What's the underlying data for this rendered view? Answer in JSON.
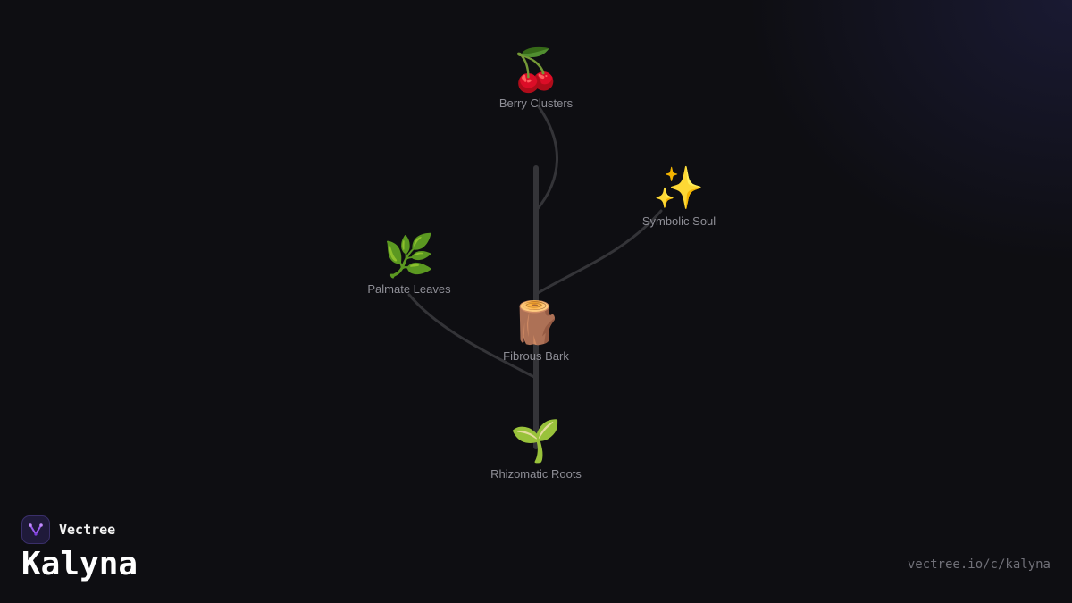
{
  "brand": {
    "name": "Vectree",
    "title": "Kalyna",
    "url": "vectree.io/c/kalyna",
    "logo_icon": "vectree-logo-icon",
    "accent_color": "#9b5cf0"
  },
  "colors": {
    "background": "#0e0e12",
    "branch": "#343438",
    "label": "#8e8e96"
  },
  "nodes": [
    {
      "id": "berry-clusters",
      "label": "Berry Clusters",
      "emoji": "🍒",
      "icon": "cherries-icon"
    },
    {
      "id": "symbolic-soul",
      "label": "Symbolic Soul",
      "emoji": "✨",
      "icon": "sparkles-icon"
    },
    {
      "id": "palmate-leaves",
      "label": "Palmate Leaves",
      "emoji": "🌿",
      "icon": "herb-icon"
    },
    {
      "id": "fibrous-bark",
      "label": "Fibrous Bark",
      "emoji": "🪵",
      "icon": "wood-icon"
    },
    {
      "id": "rhizomatic-roots",
      "label": "Rhizomatic Roots",
      "emoji": "🌱",
      "icon": "seedling-icon"
    }
  ],
  "edges": [
    {
      "from": "rhizomatic-roots",
      "to": "fibrous-bark"
    },
    {
      "from": "fibrous-bark",
      "to": "palmate-leaves"
    },
    {
      "from": "fibrous-bark",
      "to": "symbolic-soul"
    },
    {
      "from": "fibrous-bark",
      "to": "berry-clusters"
    }
  ]
}
